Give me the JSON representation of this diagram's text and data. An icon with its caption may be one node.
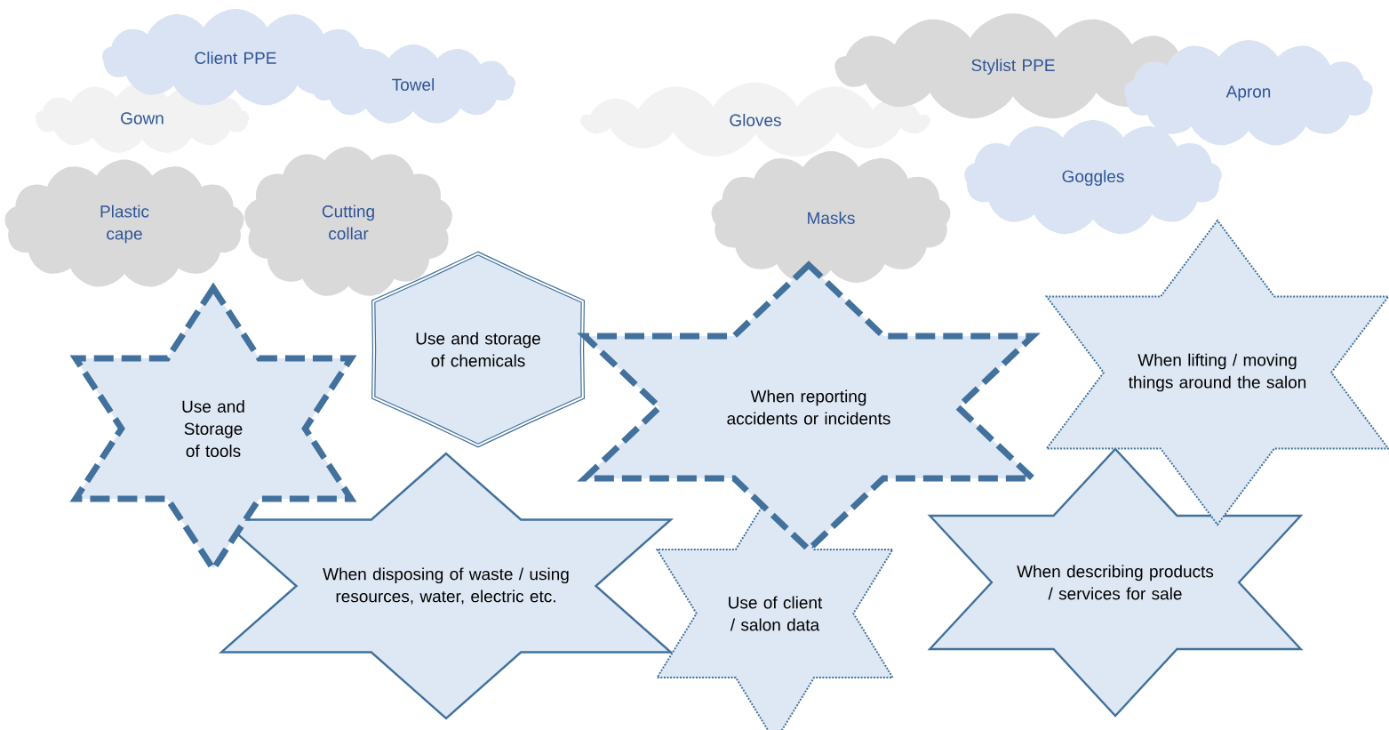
{
  "diagram": {
    "nodes": [
      {
        "text": [
          "Client PPE"
        ]
      },
      {
        "text": [
          "Towel"
        ]
      },
      {
        "text": [
          "Gown"
        ]
      },
      {
        "text": [
          "Plastic cape"
        ]
      },
      {
        "text": [
          "Cutting collar"
        ]
      },
      {
        "text": [
          "Stylist PPE"
        ]
      },
      {
        "text": [
          "Gloves"
        ]
      },
      {
        "text": [
          "Apron"
        ]
      },
      {
        "text": [
          "Goggles"
        ]
      },
      {
        "text": [
          "Masks"
        ]
      },
      {
        "text": [
          "Use and Storage of tools"
        ]
      },
      {
        "text": [
          "Use and storage of chemicals"
        ]
      },
      {
        "text": [
          "When reporting accidents or incidents"
        ]
      },
      {
        "text": [
          "When lifting / moving things around the salon"
        ]
      },
      {
        "text": [
          "When disposing of waste / using resources, water, electric etc."
        ]
      },
      {
        "text": [
          "Use of client / salon data"
        ]
      },
      {
        "text": [
          "When describing products / services for sale"
        ]
      }
    ]
  }
}
